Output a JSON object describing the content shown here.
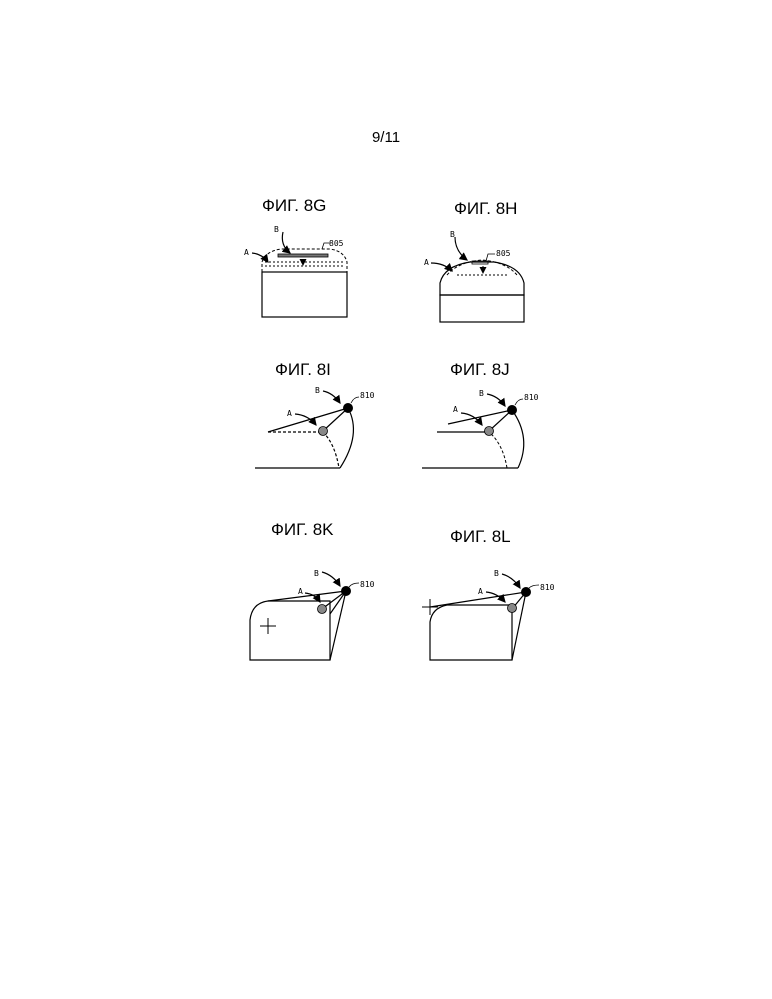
{
  "page": {
    "number": "9/11"
  },
  "figures": {
    "g": {
      "title": "ФИГ. 8G",
      "label_a": "A",
      "label_b": "B",
      "ref": "805"
    },
    "h": {
      "title": "ФИГ. 8H",
      "label_a": "A",
      "label_b": "B",
      "ref": "805"
    },
    "i": {
      "title": "ФИГ. 8I",
      "label_a": "A",
      "label_b": "B",
      "ref": "810"
    },
    "j": {
      "title": "ФИГ. 8J",
      "label_a": "A",
      "label_b": "B",
      "ref": "810"
    },
    "k": {
      "title": "ФИГ. 8K",
      "label_a": "A",
      "label_b": "B",
      "ref": "810"
    },
    "l": {
      "title": "ФИГ. 8L",
      "label_a": "A",
      "label_b": "B",
      "ref": "810"
    }
  }
}
